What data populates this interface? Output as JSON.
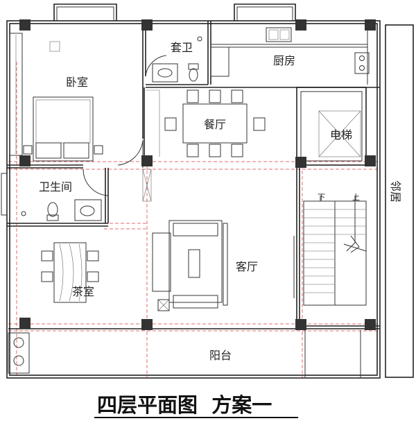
{
  "title": "四层平面图  方案一",
  "rooms": {
    "bedroom": "卧室",
    "suite_bath": "套卫",
    "kitchen": "厨房",
    "dining": "餐厅",
    "elevator": "电梯",
    "bathroom": "卫生间",
    "tea_room": "茶室",
    "living": "客厅",
    "balcony": "阳台",
    "neighbor": "邻居"
  },
  "stairs": {
    "down": "下",
    "up": "上"
  },
  "colors": {
    "line": "#222222",
    "axis": "#e86a6a",
    "column": "#333333"
  }
}
